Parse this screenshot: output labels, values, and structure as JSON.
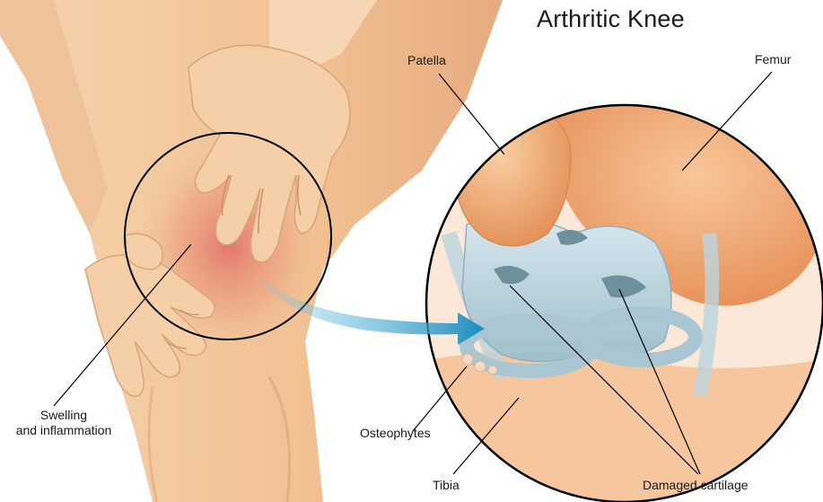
{
  "title": "Arthritic Knee",
  "labels": {
    "patella": "Patella",
    "femur": "Femur",
    "swelling_line1": "Swelling",
    "swelling_line2": "and inflammation",
    "osteophytes": "Osteophytes",
    "tibia": "Tibia",
    "damaged_cartilage": "Damaged cartilage"
  },
  "colors": {
    "skin": "#f3c79c",
    "skin_shadow": "#e0a77c",
    "inflammation": "#e8766a",
    "bone": "#f2a873",
    "cartilage": "#b9d3dc",
    "arrow": "#2a9cc7",
    "outline": "#000000"
  }
}
